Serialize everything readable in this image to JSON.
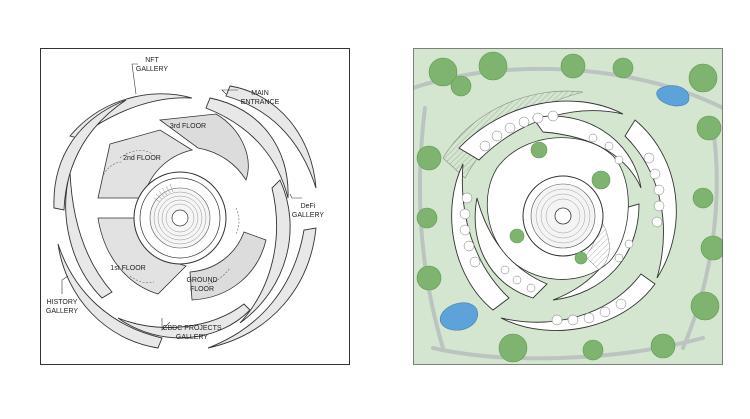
{
  "plan": {
    "labels": {
      "nft_line1": "NFT",
      "nft_line2": "GALLERY",
      "main_line1": "MAIN",
      "main_line2": "ENTRANCE",
      "floor3": "3rd FLOOR",
      "floor2": "2nd FLOOR",
      "defi_line1": "DeFi",
      "defi_line2": "GALLERY",
      "floor1": "1st FLOOR",
      "ground_line1": "GROUND",
      "ground_line2": "FLOOR",
      "history_line1": "HISTORY",
      "history_line2": "GALLERY",
      "cbdc_line1": "CBDC PROJECTS",
      "cbdc_line2": "GALLERY"
    }
  },
  "colors": {
    "line": "#333333",
    "wing_fill": "#e8e8e8",
    "floor_fill": "#dcdcdc",
    "grass": "#d4e6cf",
    "tree": "#7eb46f",
    "tree_dark": "#5f9a52",
    "water": "#5da3d9",
    "path": "#bcc4c2"
  }
}
